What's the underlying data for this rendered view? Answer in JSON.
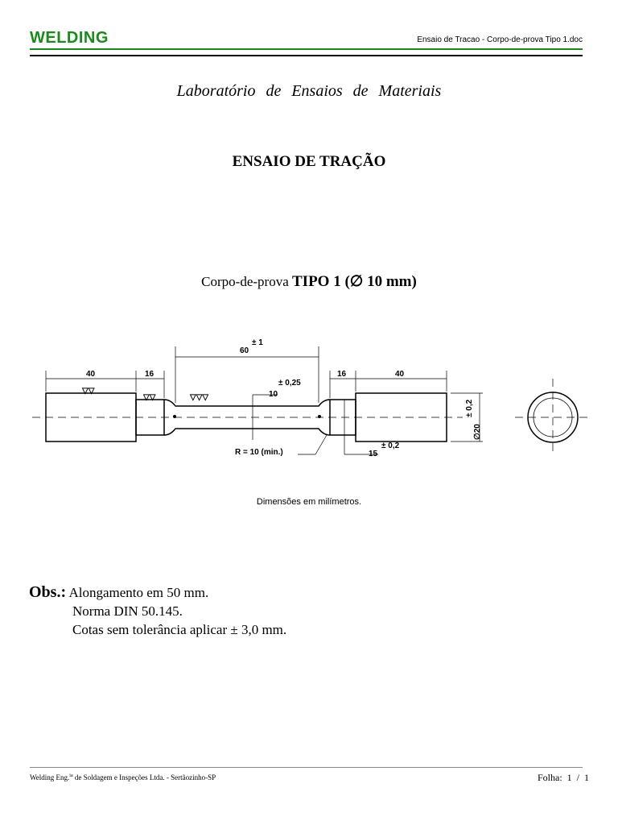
{
  "header": {
    "logo": "WELDING",
    "filename": "Ensaio de Tracao - Corpo-de-prova Tipo 1.doc",
    "accent_color": "#1a8a1a"
  },
  "title": {
    "lab": "Laboratório de Ensaios de Materiais",
    "test": "ENSAIO DE TRAÇÃO",
    "specimen_prefix": "Corpo-de-prova ",
    "specimen_type": "TIPO 1 (∅ 10 mm)"
  },
  "drawing": {
    "dim_60": "60",
    "tol_60": "± 1",
    "dim_40_left": "40",
    "dim_16_left": "16",
    "dim_16_right": "16",
    "dim_40_right": "40",
    "dim_10": "10",
    "tol_10": "± 0,25",
    "radius": "R = 10 (min.)",
    "dim_15": "15",
    "tol_15": "± 0,2",
    "dia_20": "∅20",
    "tol_20": "± 0,2",
    "finish_symbol_1": "▽▽",
    "finish_symbol_2": "▽▽",
    "finish_symbol_3": "▽▽▽",
    "units_note": "Dimensões em milímetros."
  },
  "obs": {
    "label": "Obs.:",
    "lines": [
      "Alongamento em 50 mm.",
      "Norma DIN 50.145.",
      "Cotas sem tolerância aplicar ± 3,0 mm."
    ]
  },
  "footer": {
    "company_a": "Welding Eng.",
    "company_sup": "ia",
    "company_b": " de Soldagem e Inspeções Ltda.  -  Sertãozinho-SP",
    "page": "Folha:  1  /  1"
  }
}
